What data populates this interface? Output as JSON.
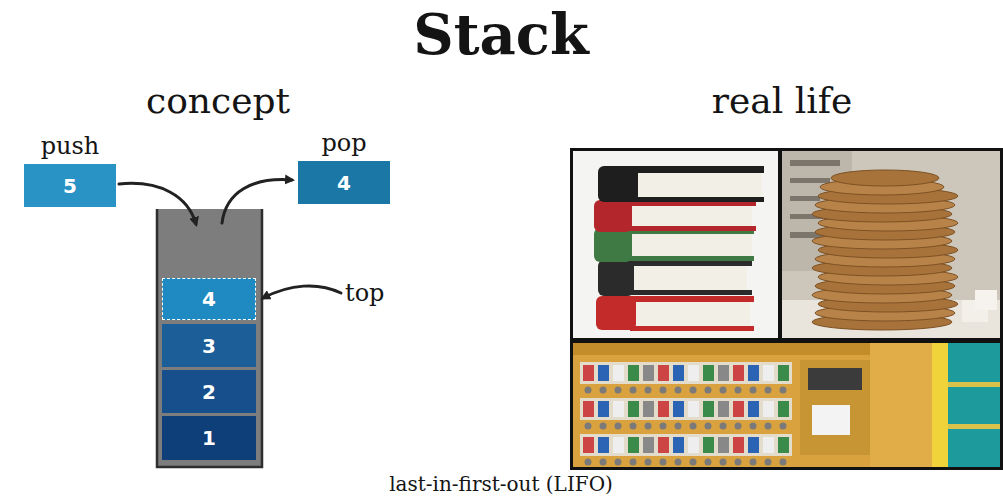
{
  "diagram": {
    "title": "Stack",
    "caption": "last-in-first-out (LIFO)",
    "nodes": [
      {
        "text": [
          "push",
          "5"
        ]
      },
      {
        "text": [
          "pop",
          "4"
        ]
      },
      {
        "text": [
          "4"
        ]
      },
      {
        "text": [
          "3"
        ]
      },
      {
        "text": [
          "2"
        ]
      },
      {
        "text": [
          "1"
        ]
      }
    ],
    "labels": [
      "concept",
      "real life",
      "top"
    ]
  }
}
